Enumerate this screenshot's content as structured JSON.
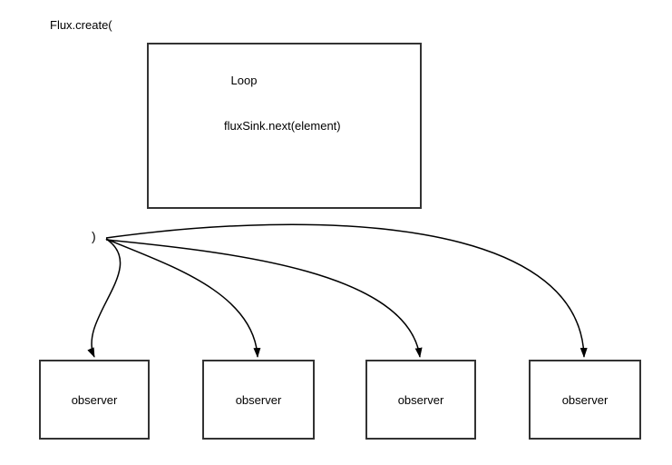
{
  "diagram": {
    "source_label": "Flux.create(",
    "close_paren_label": ")",
    "loop": {
      "title": "Loop",
      "body": "fluxSink.next(element)"
    },
    "observers": [
      {
        "label": "observer"
      },
      {
        "label": "observer"
      },
      {
        "label": "observer"
      },
      {
        "label": "observer"
      }
    ],
    "colors": {
      "background": "#ffffff",
      "line_stroke": "#000000",
      "box_border": "#333333",
      "text": "#000000"
    }
  }
}
